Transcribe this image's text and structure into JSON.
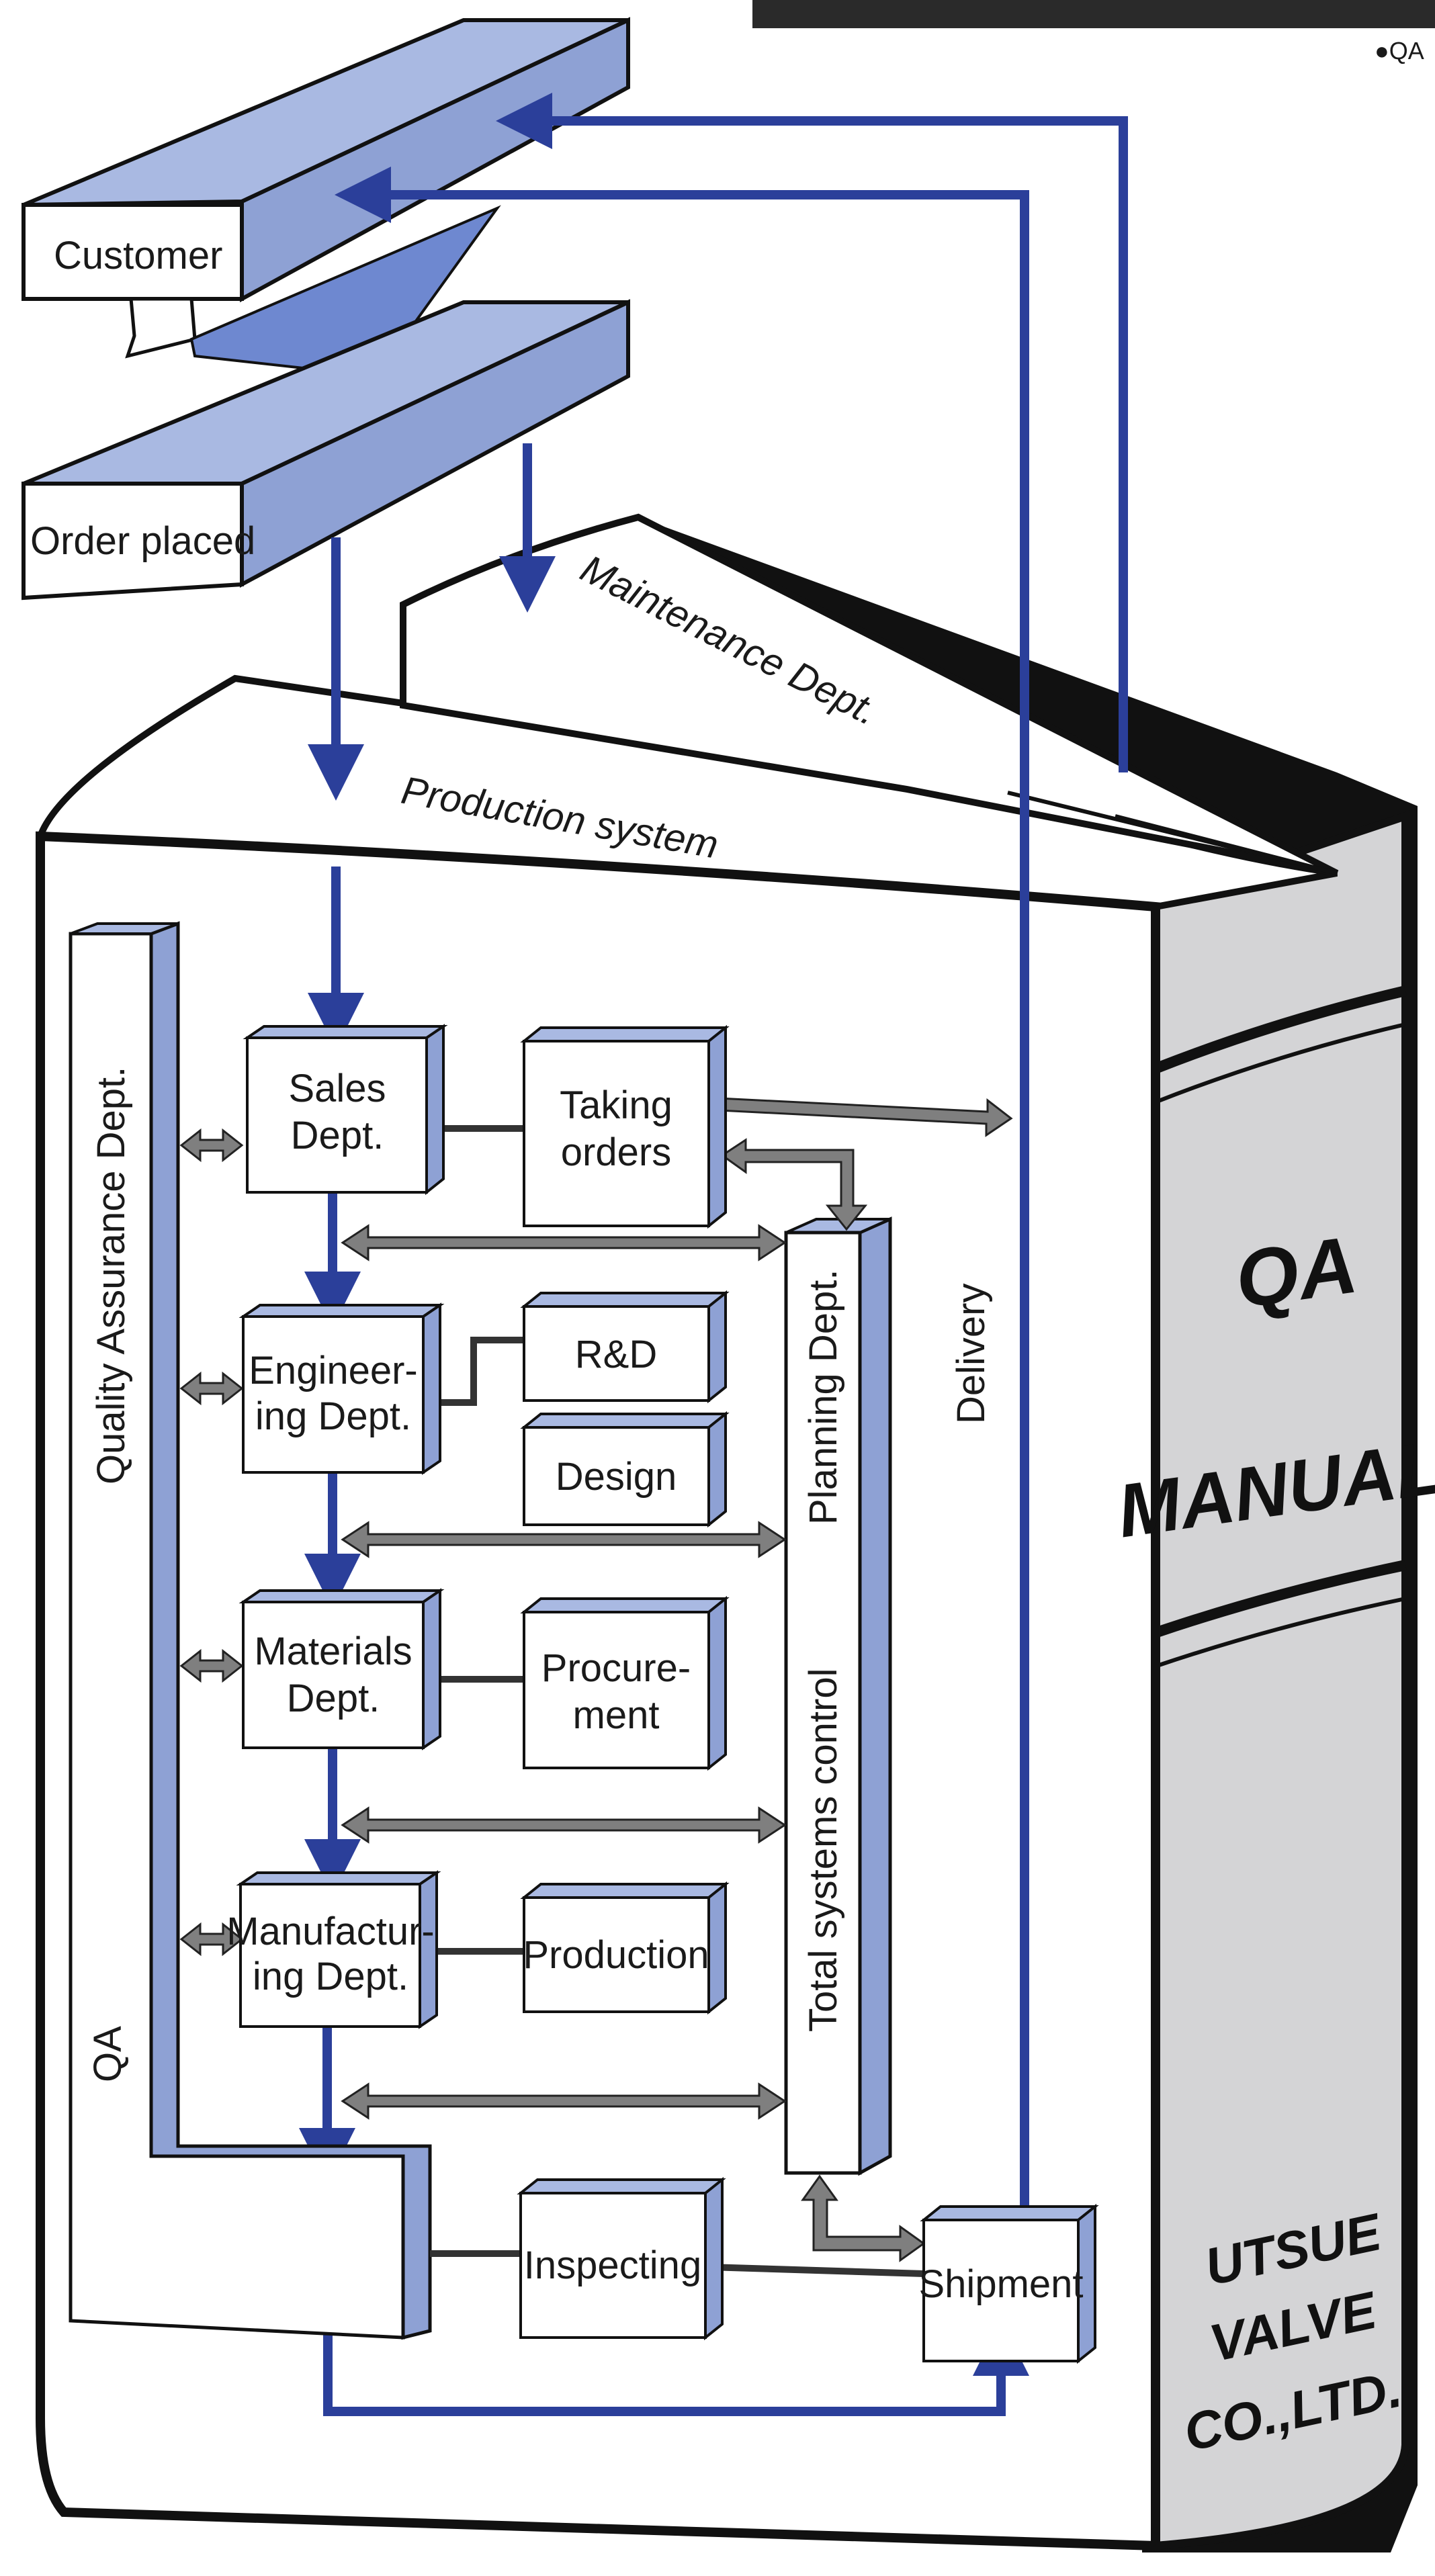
{
  "header": {
    "tag": "●QA"
  },
  "external": {
    "customer": "Customer",
    "order_placed": "Order placed",
    "maintenance": "Maintenance Dept.",
    "production_system": "Production system"
  },
  "departments": {
    "sales": [
      "Sales",
      "Dept."
    ],
    "engineering": [
      "Engineer-",
      "ing Dept."
    ],
    "materials": [
      "Materials",
      "Dept."
    ],
    "manufacturing": [
      "Manufactur-",
      "ing Dept."
    ]
  },
  "activities": {
    "taking_orders": [
      "Taking",
      "orders"
    ],
    "rd": "R&D",
    "design": "Design",
    "procurement": [
      "Procure-",
      "ment"
    ],
    "production": "Production",
    "inspecting": "Inspecting",
    "shipment": "Shipment"
  },
  "vertical_labels": {
    "qa_dept": "Quality Assurance Dept.",
    "qa": "QA",
    "planning": "Planning Dept.",
    "total_control": "Total systems control",
    "delivery": "Delivery"
  },
  "spine": {
    "title_1": "QA",
    "title_2": "MANUAL",
    "company": [
      "UTSUE",
      "VALVE",
      "CO.,LTD."
    ]
  },
  "colors": {
    "blue_line": "#2b3f9a",
    "blue_fill": "#a9b9e2",
    "grey_arrow": "#7f7f7f",
    "spine": "#d4d4d6"
  }
}
